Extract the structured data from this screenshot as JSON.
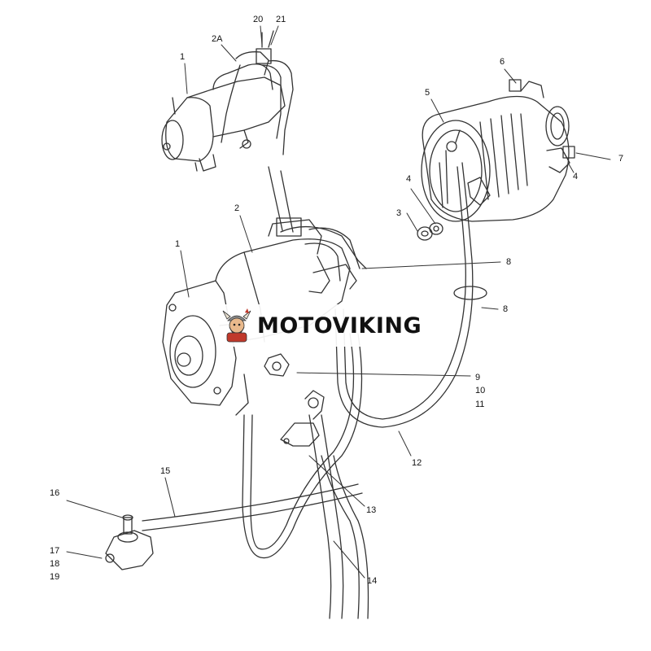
{
  "callouts": {
    "c1_top": "1",
    "c2a": "2A",
    "c20": "20",
    "c21": "21",
    "c2": "2",
    "c1_main": "1",
    "c5": "5",
    "c6": "6",
    "c7": "7",
    "c4_right": "4",
    "c4_left": "4",
    "c3": "3",
    "c8_top": "8",
    "c8_bottom": "8",
    "c9": "9",
    "c10": "10",
    "c11": "11",
    "c12": "12",
    "c13": "13",
    "c14": "14",
    "c15": "15",
    "c16": "16",
    "c17": "17",
    "c18": "18",
    "c19": "19"
  },
  "watermark": {
    "text": "MOTOVIKING",
    "icon": "viking-mascot-icon"
  },
  "colors": {
    "line": "#333333",
    "logo_red": "#c0392b",
    "logo_brown": "#7a4a1e"
  }
}
